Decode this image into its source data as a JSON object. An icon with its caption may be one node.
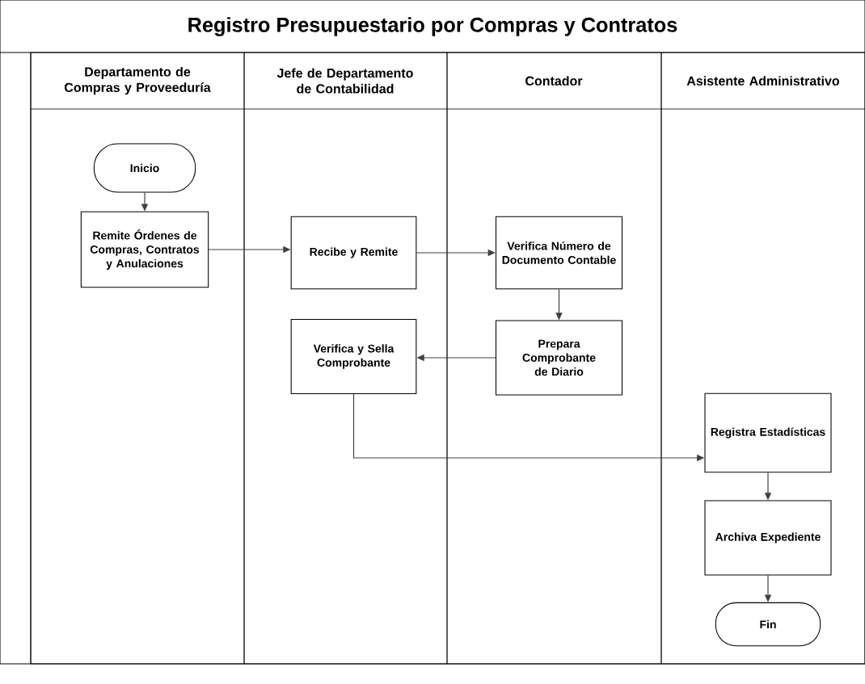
{
  "diagram": {
    "title": "Registro Presupuestario por Compras y Contratos",
    "nodes": [
      {
        "text": [
          "Departamento de Compras y Proveeduría"
        ]
      },
      {
        "text": [
          "Jefe de Departamento de Contabilidad"
        ]
      },
      {
        "text": [
          "Contador"
        ]
      },
      {
        "text": [
          "Asistente Administrativo"
        ]
      },
      {
        "text": [
          "Inicio"
        ],
        "in": 0
      },
      {
        "text": [
          "Remite Órdenes de Compras, Contratos y Anulaciones"
        ],
        "in": 0
      },
      {
        "text": [
          "Recibe y Remite"
        ],
        "in": 1
      },
      {
        "text": [
          "Verifica Número de Documento Contable"
        ],
        "in": 2
      },
      {
        "text": [
          "Prepara Comprobante de Diario"
        ],
        "in": 2
      },
      {
        "text": [
          "Verifica y Sella Comprobante"
        ],
        "in": 1
      },
      {
        "text": [
          "Registra Estadísticas"
        ],
        "in": 3
      },
      {
        "text": [
          "Archiva Expediente"
        ],
        "in": 3
      },
      {
        "text": [
          "Fin"
        ],
        "in": 3
      }
    ],
    "edges": [
      {
        "from": 4,
        "to": 5,
        "arrow": "to"
      },
      {
        "from": 5,
        "to": 6,
        "arrow": "to"
      },
      {
        "from": 6,
        "to": 7,
        "arrow": "to"
      },
      {
        "from": 7,
        "to": 8,
        "arrow": "to"
      },
      {
        "from": 8,
        "to": 9,
        "arrow": "to"
      },
      {
        "from": 9,
        "to": 10,
        "arrow": "to"
      },
      {
        "from": 10,
        "to": 11,
        "arrow": "to"
      },
      {
        "from": 11,
        "to": 12,
        "arrow": "to"
      }
    ]
  }
}
